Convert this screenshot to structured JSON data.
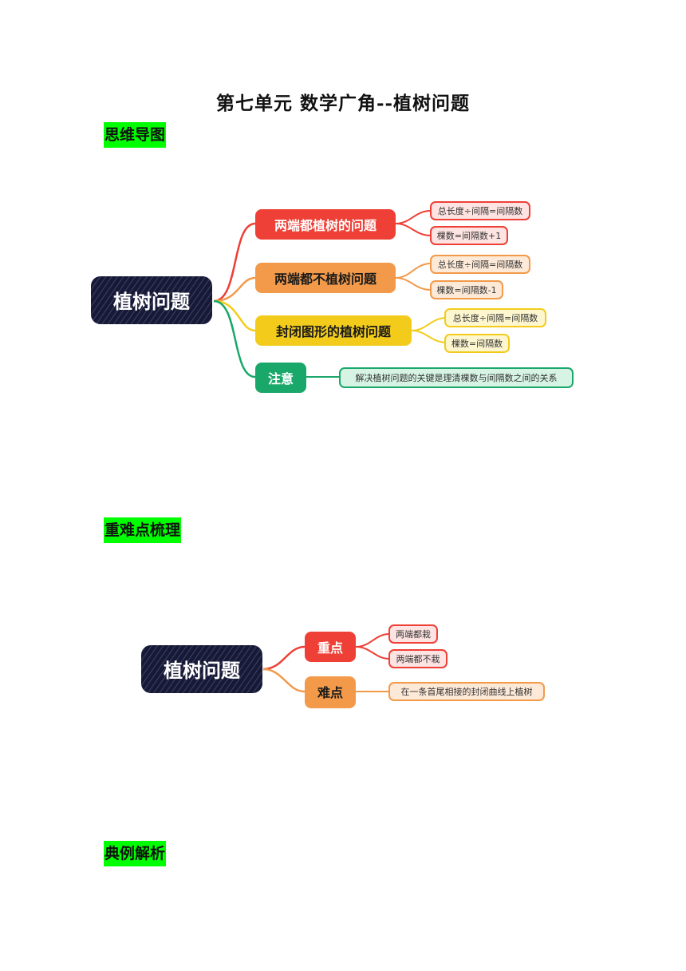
{
  "page": {
    "title": "第七单元 数学广角--植树问题"
  },
  "sections": {
    "mindmap_label": "思维导图",
    "keypoints_label": "重难点梳理",
    "examples_label": "典例解析"
  },
  "mindmap1": {
    "root": "植树问题",
    "branches": [
      {
        "label": "两端都植树的问题",
        "color": "#ee4036",
        "text_color": "#ffffff",
        "leaves": [
          "总长度÷间隔=间隔数",
          "棵数=间隔数+1"
        ],
        "leaf_border": "#ee4036",
        "leaf_fill": "#fde3e1"
      },
      {
        "label": "两端都不植树问题",
        "color": "#f29a4a",
        "text_color": "#1a1a1a",
        "leaves": [
          "总长度÷间隔=间隔数",
          "棵数=间隔数-1"
        ],
        "leaf_border": "#f29a4a",
        "leaf_fill": "#fde9d7"
      },
      {
        "label": "封闭图形的植树问题",
        "color": "#f3cc1b",
        "text_color": "#1a1a1a",
        "leaves": [
          "总长度÷间隔=间隔数",
          "棵数=间隔数"
        ],
        "leaf_border": "#f3cc1b",
        "leaf_fill": "#fdf6cf"
      },
      {
        "label": "注意",
        "color": "#1aa86a",
        "text_color": "#ffffff",
        "leaves": [
          "解决植树问题的关键是理清棵数与间隔数之间的关系"
        ],
        "leaf_border": "#1aa86a",
        "leaf_fill": "#d6f3e4"
      }
    ]
  },
  "mindmap2": {
    "root": "植树问题",
    "branches": [
      {
        "label": "重点",
        "color": "#ee4036",
        "text_color": "#ffffff",
        "leaves": [
          "两端都栽",
          "两端都不栽"
        ],
        "leaf_border": "#ee4036",
        "leaf_fill": "#fde3e1"
      },
      {
        "label": "难点",
        "color": "#f29a4a",
        "text_color": "#1a1a1a",
        "leaves": [
          "在一条首尾相接的封闭曲线上植树"
        ],
        "leaf_border": "#f29a4a",
        "leaf_fill": "#fde9d7"
      }
    ]
  },
  "colors": {
    "root_fill": "#161a38",
    "section_tag": "#00ff00"
  }
}
